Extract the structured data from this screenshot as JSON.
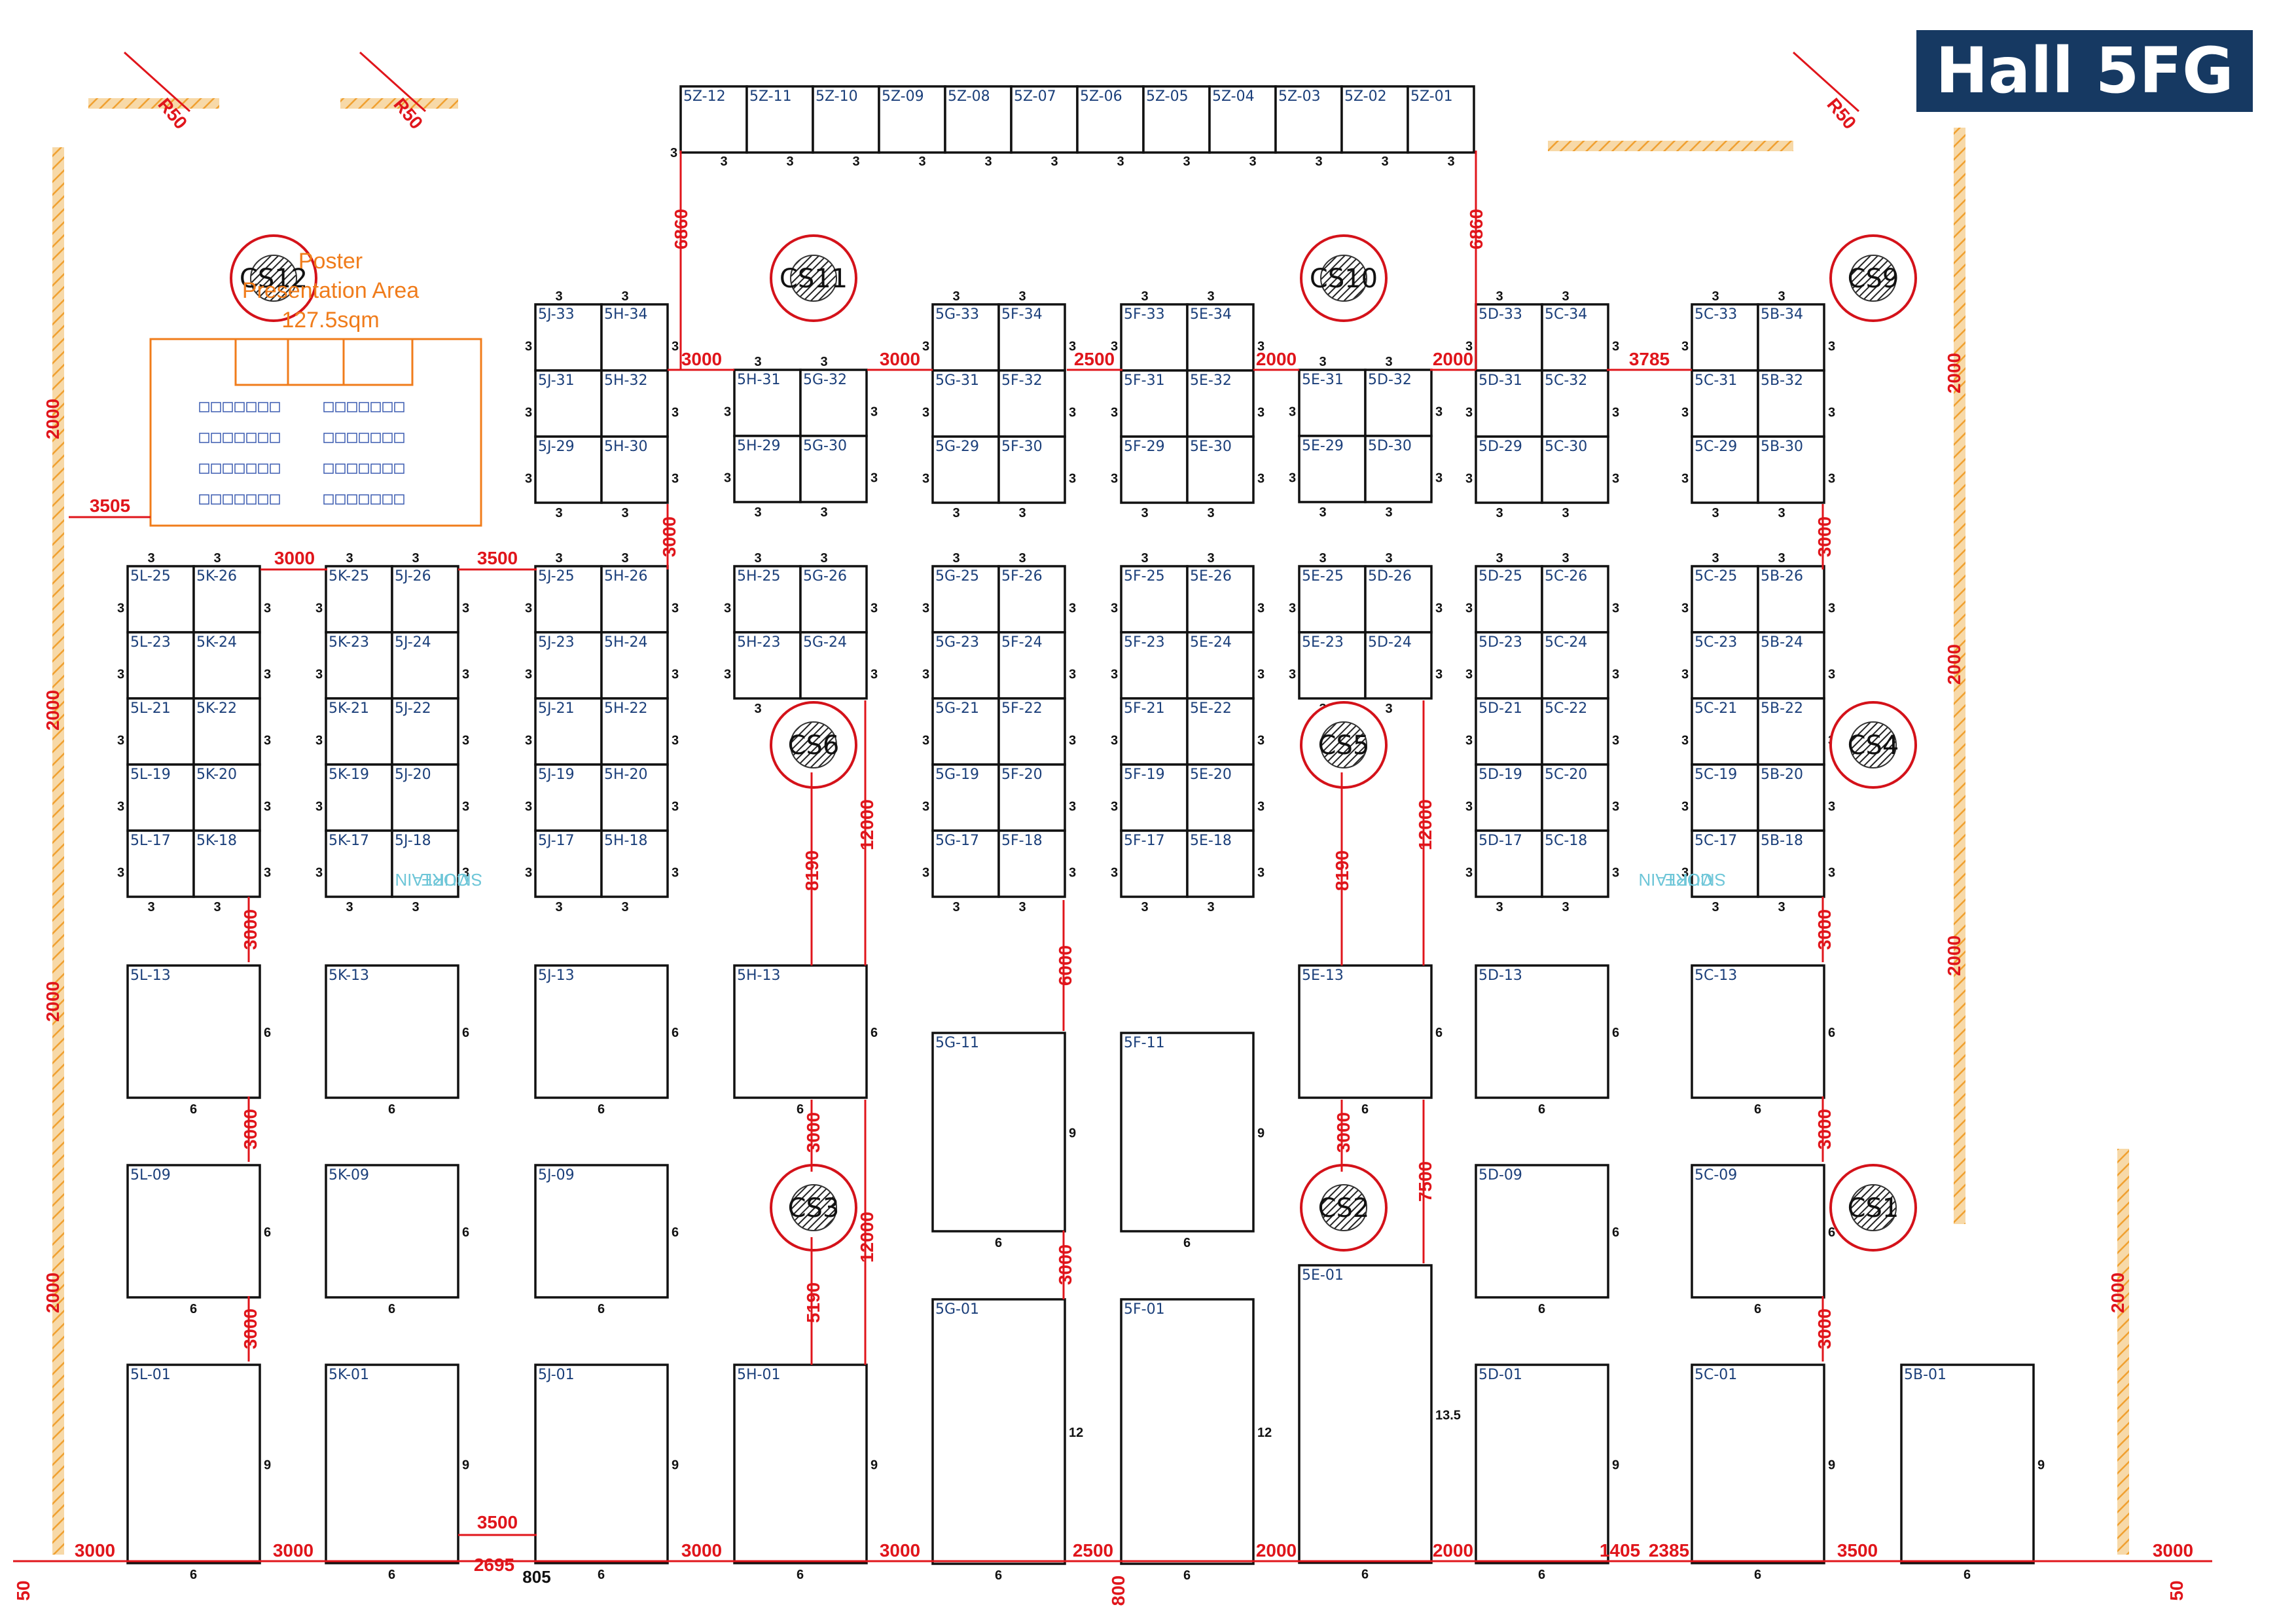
{
  "hall_title": "Hall 5FG",
  "poster_area": {
    "line1": "Poster",
    "line2": "Presentation Area",
    "line3": "127.5sqm"
  },
  "smoke_curtain": {
    "line1": "SMOKE",
    "line2": "CURTAIN"
  },
  "colors": {
    "booth_label": "#1b3f7a",
    "dimension": "#e0151b",
    "poster": "#f07c1b",
    "badge_bg": "#163962"
  },
  "booth_unit": "3",
  "top_row": [
    "5Z-12",
    "5Z-11",
    "5Z-10",
    "5Z-09",
    "5Z-08",
    "5Z-07",
    "5Z-06",
    "5Z-05",
    "5Z-04",
    "5Z-03",
    "5Z-02",
    "5Z-01"
  ],
  "small_blocks": [
    {
      "name": "5L",
      "booths": [
        "5L-25",
        "5K-26",
        "5L-23",
        "5K-24",
        "5L-21",
        "5K-22",
        "5L-19",
        "5K-20",
        "5L-17",
        "5K-18"
      ]
    },
    {
      "name": "5K",
      "booths": [
        "5K-25",
        "5J-26",
        "5K-23",
        "5J-24",
        "5K-21",
        "5J-22",
        "5K-19",
        "5J-20",
        "5K-17",
        "5J-18"
      ]
    },
    {
      "name": "5J-upper",
      "booths": [
        "5J-33",
        "5H-34",
        "5J-31",
        "5H-32",
        "5J-29",
        "5H-30"
      ]
    },
    {
      "name": "5J-lower",
      "booths": [
        "5J-25",
        "5H-26",
        "5J-23",
        "5H-24",
        "5J-21",
        "5H-22",
        "5J-19",
        "5H-20",
        "5J-17",
        "5H-18"
      ]
    },
    {
      "name": "5H-upper",
      "booths": [
        "5H-31",
        "5G-32",
        "5H-29",
        "5G-30"
      ]
    },
    {
      "name": "5H-lower",
      "booths": [
        "5H-25",
        "5G-26",
        "5H-23",
        "5G-24"
      ]
    },
    {
      "name": "5G-upper",
      "booths": [
        "5G-33",
        "5F-34",
        "5G-31",
        "5F-32",
        "5G-29",
        "5F-30"
      ]
    },
    {
      "name": "5G-lower",
      "booths": [
        "5G-25",
        "5F-26",
        "5G-23",
        "5F-24",
        "5G-21",
        "5F-22",
        "5G-19",
        "5F-20",
        "5G-17",
        "5F-18"
      ]
    },
    {
      "name": "5F-upper",
      "booths": [
        "5F-33",
        "5E-34",
        "5F-31",
        "5E-32",
        "5F-29",
        "5E-30"
      ]
    },
    {
      "name": "5F-lower",
      "booths": [
        "5F-25",
        "5E-26",
        "5F-23",
        "5E-24",
        "5F-21",
        "5E-22",
        "5F-19",
        "5E-20",
        "5F-17",
        "5E-18"
      ]
    },
    {
      "name": "5E-upper",
      "booths": [
        "5E-31",
        "5D-32",
        "5E-29",
        "5D-30"
      ]
    },
    {
      "name": "5E-lower",
      "booths": [
        "5E-25",
        "5D-26",
        "5E-23",
        "5D-24"
      ]
    },
    {
      "name": "5D-upper",
      "booths": [
        "5D-33",
        "5C-34",
        "5D-31",
        "5C-32",
        "5D-29",
        "5C-30"
      ]
    },
    {
      "name": "5D-lower",
      "booths": [
        "5D-25",
        "5C-26",
        "5D-23",
        "5C-24",
        "5D-21",
        "5C-22",
        "5D-19",
        "5C-20",
        "5D-17",
        "5C-18"
      ]
    },
    {
      "name": "5C-upper",
      "booths": [
        "5C-33",
        "5B-34",
        "5C-31",
        "5B-32",
        "5C-29",
        "5B-30"
      ]
    },
    {
      "name": "5C-lower",
      "booths": [
        "5C-25",
        "5B-26",
        "5C-23",
        "5B-24",
        "5C-21",
        "5B-22",
        "5C-19",
        "5B-20",
        "5C-17",
        "5B-18"
      ]
    }
  ],
  "large_booths": [
    {
      "id": "5L-13",
      "w": "6",
      "h": "6"
    },
    {
      "id": "5K-13",
      "w": "6",
      "h": "6"
    },
    {
      "id": "5J-13",
      "w": "6",
      "h": "6"
    },
    {
      "id": "5H-13",
      "w": "6",
      "h": "6"
    },
    {
      "id": "5E-13",
      "w": "6",
      "h": "6"
    },
    {
      "id": "5D-13",
      "w": "6",
      "h": "6"
    },
    {
      "id": "5C-13",
      "w": "6",
      "h": "6"
    },
    {
      "id": "5G-11",
      "w": "6",
      "h": "9"
    },
    {
      "id": "5F-11",
      "w": "6",
      "h": "9"
    },
    {
      "id": "5L-09",
      "w": "6",
      "h": "6"
    },
    {
      "id": "5K-09",
      "w": "6",
      "h": "6"
    },
    {
      "id": "5J-09",
      "w": "6",
      "h": "6"
    },
    {
      "id": "5D-09",
      "w": "6",
      "h": "6"
    },
    {
      "id": "5C-09",
      "w": "6",
      "h": "6"
    },
    {
      "id": "5L-01",
      "w": "6",
      "h": "9"
    },
    {
      "id": "5K-01",
      "w": "6",
      "h": "9"
    },
    {
      "id": "5J-01",
      "w": "6",
      "h": "9"
    },
    {
      "id": "5H-01",
      "w": "6",
      "h": "9"
    },
    {
      "id": "5G-01",
      "w": "6",
      "h": "12"
    },
    {
      "id": "5F-01",
      "w": "6",
      "h": "12"
    },
    {
      "id": "5E-01",
      "w": "6",
      "h": "13.5"
    },
    {
      "id": "5D-01",
      "w": "6",
      "h": "9"
    },
    {
      "id": "5C-01",
      "w": "6",
      "h": "9"
    },
    {
      "id": "5B-01",
      "w": "6",
      "h": "9"
    }
  ],
  "columns": [
    "CS12",
    "CS11",
    "CS10",
    "CS9",
    "CS6",
    "CS5",
    "CS4",
    "CS3",
    "CS2",
    "CS1"
  ],
  "dimensions": {
    "d6860": "6860",
    "d3000": "3000",
    "d2500": "2500",
    "d2000": "2000",
    "d3785": "3785",
    "d3500": "3500",
    "d3505": "3505",
    "d8190": "8190",
    "d12000": "12000",
    "d6000": "6000",
    "d7500": "7500",
    "d5190": "5190",
    "d2695": "2695",
    "d805": "805",
    "d800": "800",
    "d1405": "1405",
    "d2385": "2385",
    "d50": "50",
    "dR50": "R50"
  }
}
